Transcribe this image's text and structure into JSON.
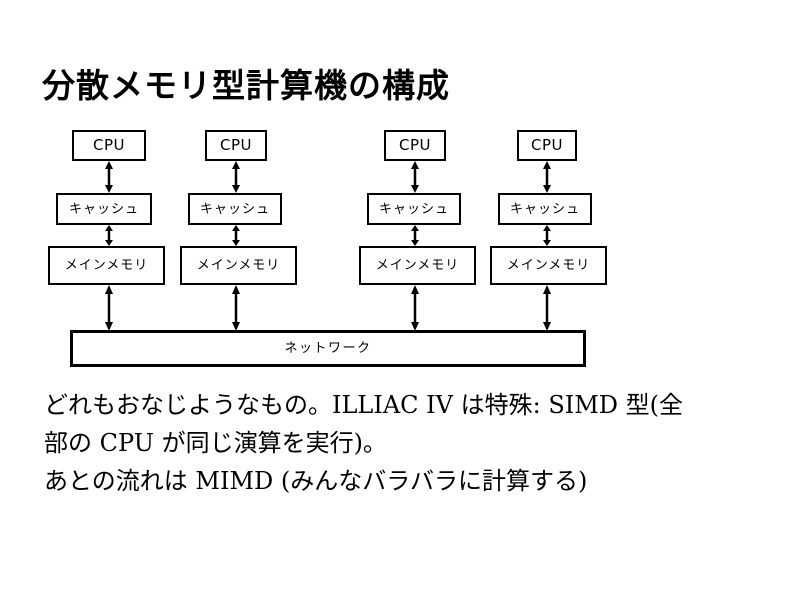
{
  "slide": {
    "title": "分散メモリ型計算機の構成",
    "background_color": "#ffffff",
    "text_color": "#000000"
  },
  "diagram": {
    "type": "block-diagram",
    "node_count": 4,
    "columns": [
      {
        "index": 1,
        "cpu_label": "CPU",
        "cache_label": "キャッシュ",
        "memory_label": "メインメモリ"
      },
      {
        "index": 2,
        "cpu_label": "CPU",
        "cache_label": "キャッシュ",
        "memory_label": "メインメモリ"
      },
      {
        "index": 3,
        "cpu_label": "CPU",
        "cache_label": "キャッシュ",
        "memory_label": "メインメモリ"
      },
      {
        "index": 4,
        "cpu_label": "CPU",
        "cache_label": "キャッシュ",
        "memory_label": "メインメモリ"
      }
    ],
    "network_label": "ネットワーク"
  },
  "body": {
    "lines": [
      "どれもおなじようなもの。ILLIAC IV は特殊: SIMD 型(全",
      "部の CPU が同じ演算を実行)。",
      "あとの流れは MIMD (みんなバラバラに計算する)"
    ]
  }
}
